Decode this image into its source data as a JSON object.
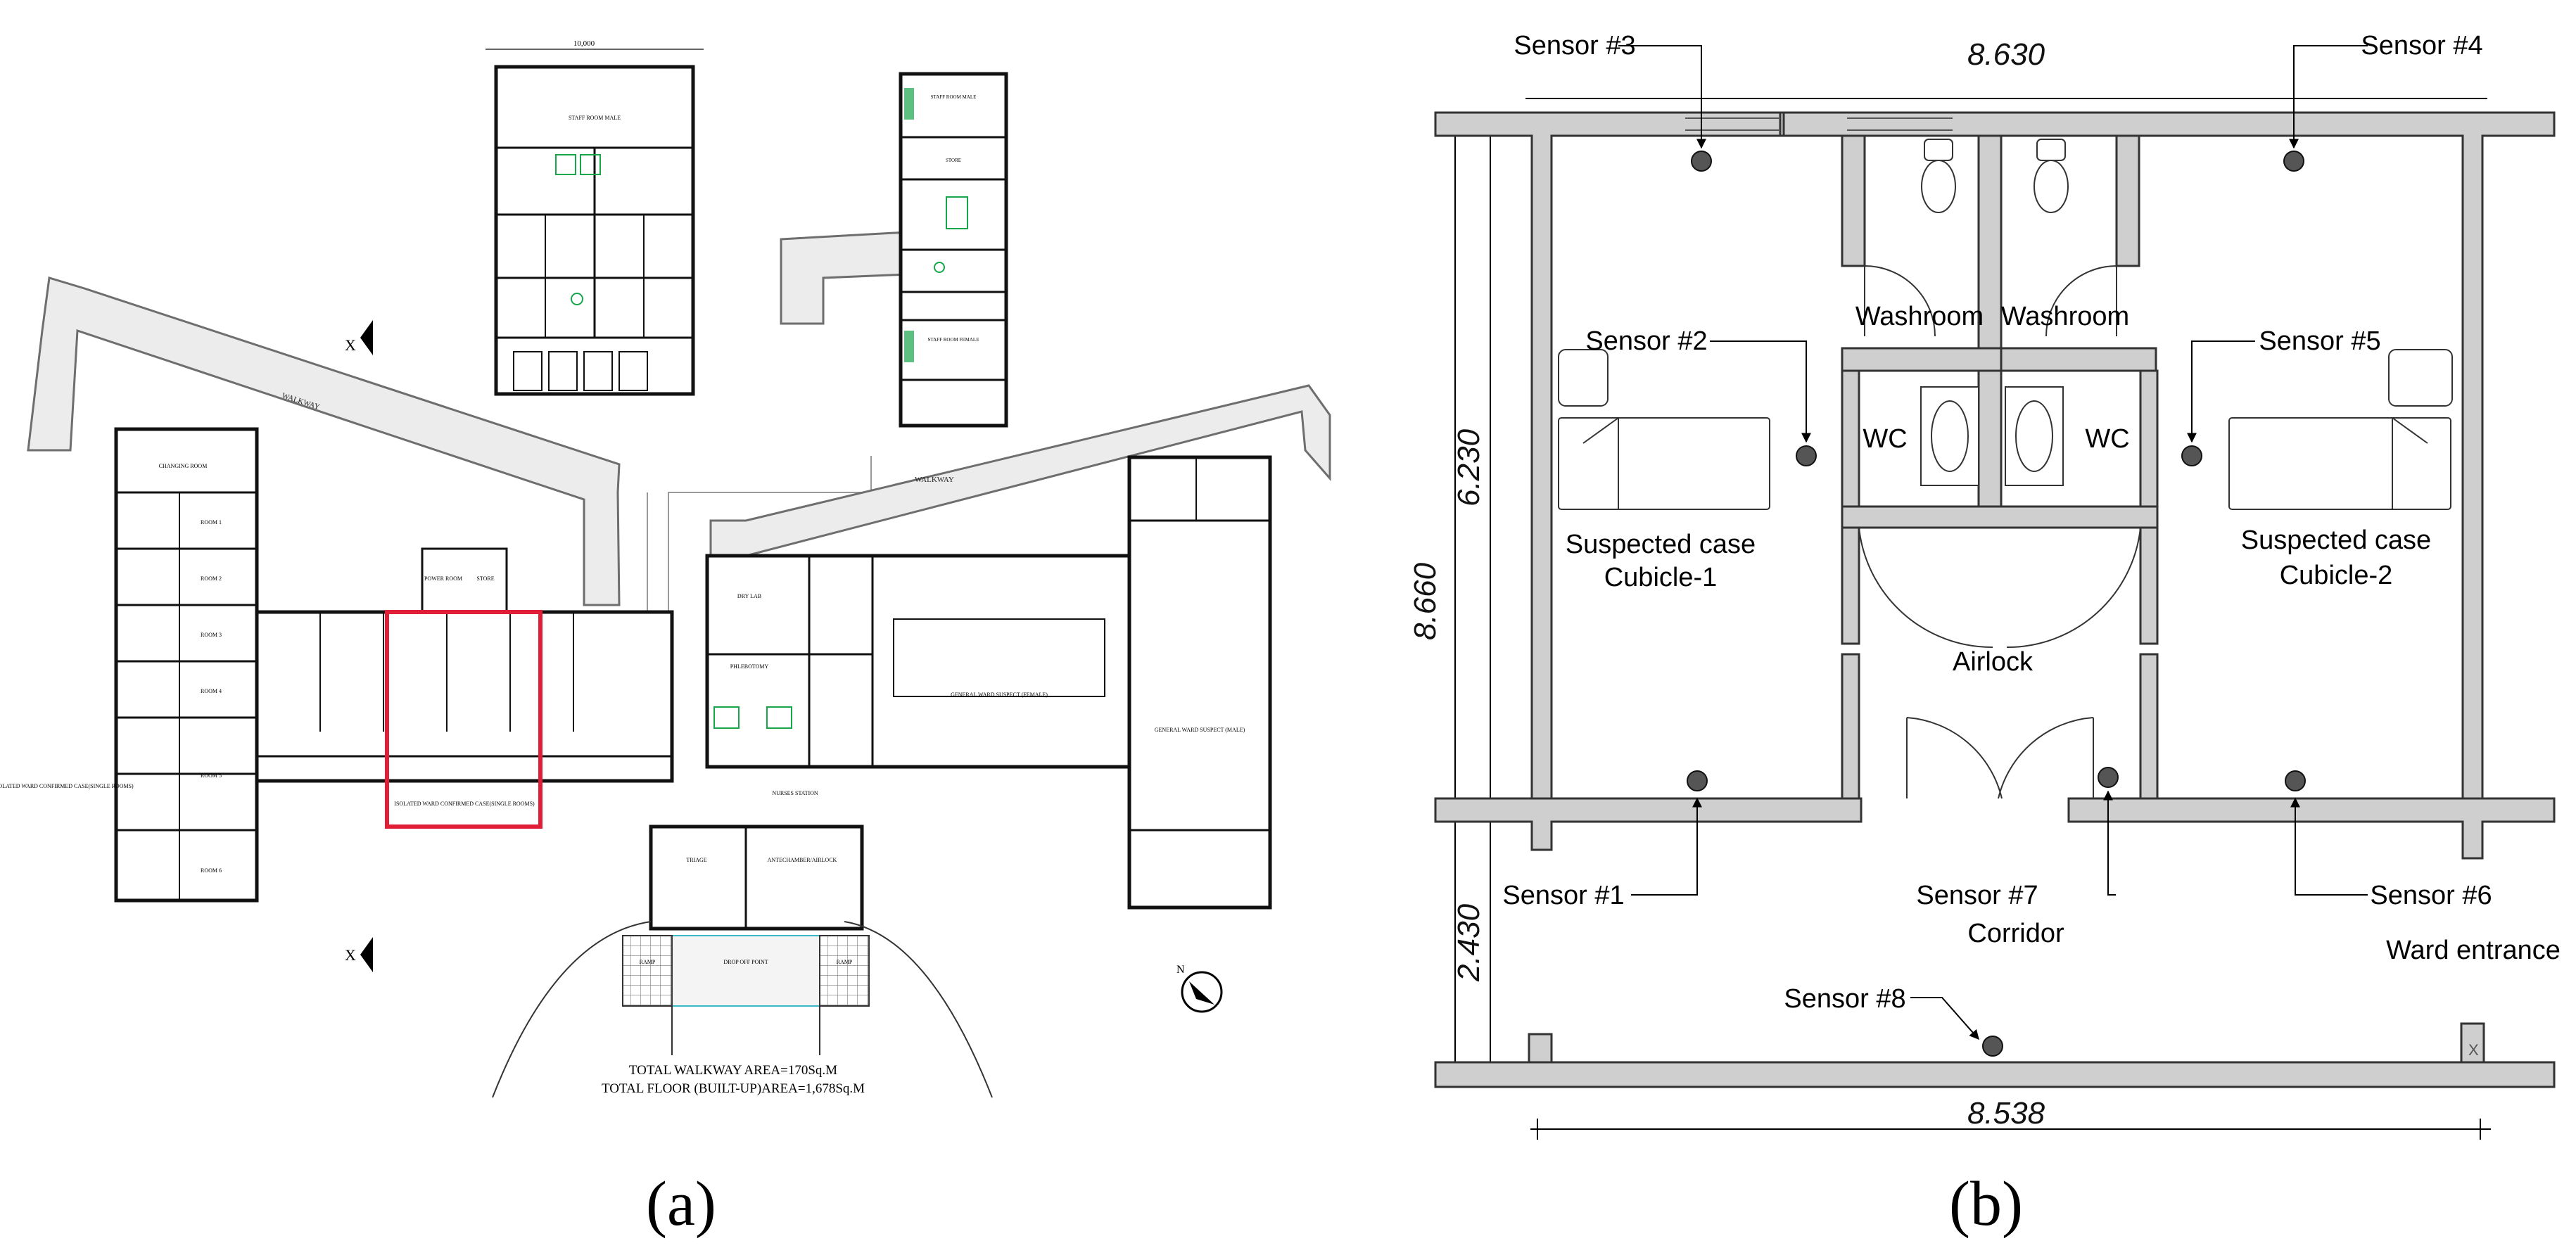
{
  "captions": {
    "a": "(a)",
    "b": "(b)"
  },
  "plan_a": {
    "total_walkway": "TOTAL WALKWAY AREA=170Sq.M",
    "total_floor": "TOTAL FLOOR (BUILT-UP)AREA=1,678Sq.M",
    "section_mark": "X",
    "north_mark": "N",
    "top_dim": "10,000",
    "walkway": "WALKWAY",
    "highlight_color": "#e01e37",
    "room_labels": [
      "ISOLATED WARD CONFIRMED CASE(SINGLE ROOMS)",
      "ISOLATED WARD CONFIRMED CASE(SINGLE ROOMS)",
      "GENERAL WARD SUSPECT (FEMALE)",
      "GENERAL WARD SUSPECT (MALE)",
      "TRIAGE",
      "ANTECHAMBER/AIRLOCK",
      "DROP OFF POINT",
      "STAFF ROOM MALE",
      "STAFF ROOM FEMALE",
      "STORE",
      "CHANGING ROOM",
      "POWER ROOM",
      "ROOM 1",
      "ROOM 2",
      "ROOM 3",
      "ROOM 4",
      "ROOM 5",
      "ROOM 6",
      "DRY LAB",
      "PHLEBOTOMY",
      "NURSES STATION",
      "RAMP",
      "RAMP"
    ]
  },
  "plan_b": {
    "dims": {
      "top": "8.630",
      "bottom": "8.538",
      "left_total": "8.660",
      "left_upper": "6.230",
      "left_lower": "2.430"
    },
    "rooms": {
      "washroom_left": "Washroom",
      "washroom_right": "Washroom",
      "wc_left": "WC",
      "wc_right": "WC",
      "cubicle1_line1": "Suspected case",
      "cubicle1_line2": "Cubicle-1",
      "cubicle2_line1": "Suspected case",
      "cubicle2_line2": "Cubicle-2",
      "airlock": "Airlock",
      "corridor": "Corridor",
      "ward_entrance": "Ward entrance"
    },
    "sensors": [
      "Sensor #1",
      "Sensor #2",
      "Sensor #3",
      "Sensor #4",
      "Sensor #5",
      "Sensor #6",
      "Sensor #7",
      "Sensor #8"
    ],
    "wall_color": "#cfcfcf",
    "sensor_color": "#555555"
  }
}
